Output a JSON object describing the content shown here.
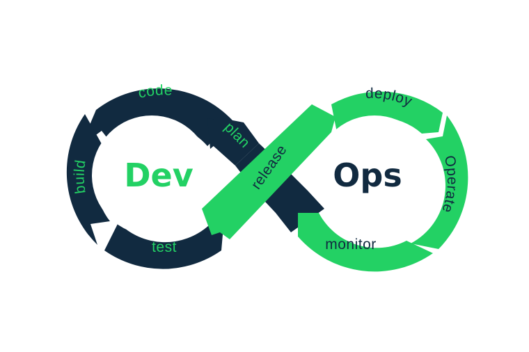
{
  "diagram": {
    "colors": {
      "dark": "#112a40",
      "green": "#23d164",
      "background": "#ffffff"
    },
    "center_labels": {
      "left": "Dev",
      "right": "Ops"
    },
    "stages": {
      "code": "code",
      "build": "build",
      "test": "test",
      "plan": "plan",
      "release": "release",
      "deploy": "deploy",
      "operate": "Operate",
      "monitor": "monitor"
    }
  }
}
